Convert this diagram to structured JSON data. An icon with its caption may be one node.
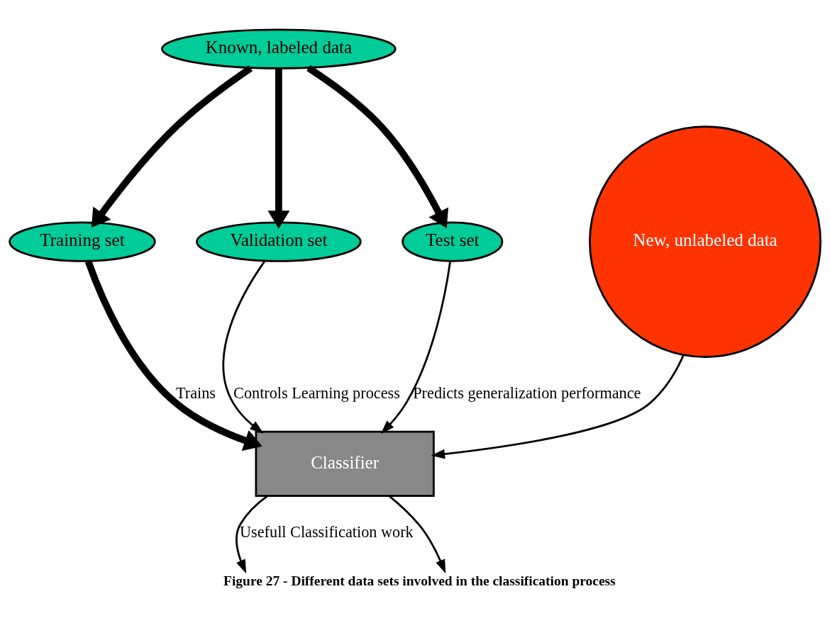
{
  "diagram": {
    "caption": "Figure 27 - Different data sets involved in the classification process",
    "nodes": [
      {
        "text": [
          "Known, labeled data"
        ]
      },
      {
        "text": [
          "Training set"
        ]
      },
      {
        "text": [
          "Validation set"
        ]
      },
      {
        "text": [
          "Test set"
        ]
      },
      {
        "text": [
          "New, unlabeled data"
        ]
      },
      {
        "text": [
          "Classifier"
        ]
      }
    ],
    "edges": [
      {
        "from": 0,
        "to": 1,
        "arrow": "to",
        "style": "thick"
      },
      {
        "from": 0,
        "to": 2,
        "arrow": "to",
        "style": "thick"
      },
      {
        "from": 0,
        "to": 3,
        "arrow": "to",
        "style": "thick"
      },
      {
        "from": 1,
        "to": 5,
        "arrow": "to",
        "style": "thick",
        "label": "Trains"
      },
      {
        "from": 2,
        "to": 5,
        "arrow": "to",
        "label": "Controls Learning process"
      },
      {
        "from": 3,
        "to": 5,
        "arrow": "to",
        "label": "Predicts generalization performance"
      },
      {
        "from": 4,
        "to": 5,
        "arrow": "to"
      },
      {
        "from": 5,
        "to": null,
        "arrow": "to",
        "label": "Usefull Classification work"
      },
      {
        "from": 5,
        "to": null,
        "arrow": "to"
      }
    ]
  }
}
